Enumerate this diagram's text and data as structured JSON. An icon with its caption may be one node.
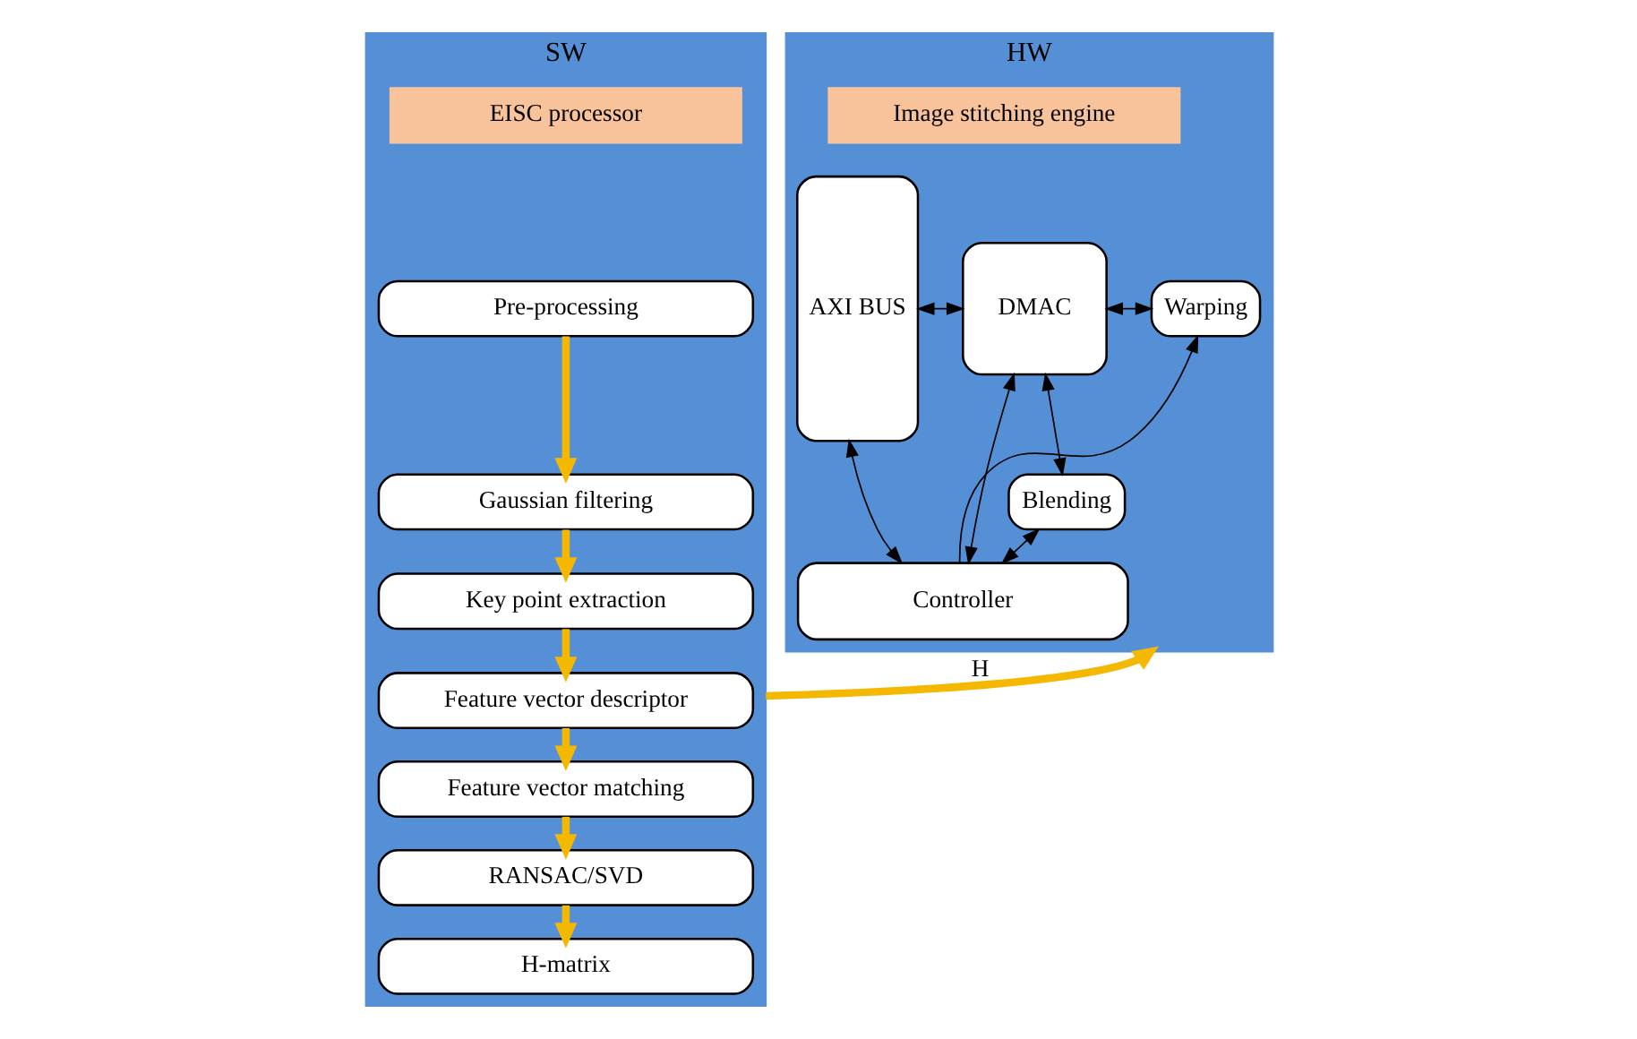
{
  "diagram": {
    "nodes": [
      {
        "text": [
          "SW"
        ]
      },
      {
        "text": [
          "EISC processor"
        ],
        "in": 0
      },
      {
        "text": [
          "Pre-processing"
        ],
        "in": 0
      },
      {
        "text": [
          "Gaussian filtering"
        ],
        "in": 0
      },
      {
        "text": [
          "Key point extraction"
        ],
        "in": 0
      },
      {
        "text": [
          "Feature vector descriptor"
        ],
        "in": 0
      },
      {
        "text": [
          "Feature vector matching"
        ],
        "in": 0
      },
      {
        "text": [
          "RANSAC/SVD"
        ],
        "in": 0
      },
      {
        "text": [
          "H-matrix"
        ],
        "in": 0
      },
      {
        "text": [
          "HW"
        ]
      },
      {
        "text": [
          "Image stitching engine"
        ],
        "in": 9
      },
      {
        "text": [
          "AXI BUS"
        ],
        "in": 9
      },
      {
        "text": [
          "DMAC"
        ],
        "in": 9
      },
      {
        "text": [
          "Warping"
        ],
        "in": 9
      },
      {
        "text": [
          "Blending"
        ],
        "in": 9
      },
      {
        "text": [
          "Controller"
        ],
        "in": 9
      }
    ],
    "edges": [
      {
        "from": 2,
        "to": 3,
        "arrow": "to",
        "style": "thick",
        "color": "#f5b800"
      },
      {
        "from": 3,
        "to": 4,
        "arrow": "to",
        "style": "thick",
        "color": "#f5b800"
      },
      {
        "from": 4,
        "to": 5,
        "arrow": "to",
        "style": "thick",
        "color": "#f5b800"
      },
      {
        "from": 5,
        "to": 6,
        "arrow": "to",
        "style": "thick",
        "color": "#f5b800"
      },
      {
        "from": 6,
        "to": 7,
        "arrow": "to",
        "style": "thick",
        "color": "#f5b800"
      },
      {
        "from": 7,
        "to": 8,
        "arrow": "to",
        "style": "thick",
        "color": "#f5b800"
      },
      {
        "from": 0,
        "to": 9,
        "arrow": "to",
        "label": "H",
        "style": "thick",
        "color": "#f5b800"
      },
      {
        "from": 11,
        "to": 12,
        "arrow": "both",
        "color": "#000000"
      },
      {
        "from": 11,
        "to": 15,
        "arrow": "both",
        "color": "#000000"
      },
      {
        "from": 12,
        "to": 13,
        "arrow": "both",
        "color": "#000000"
      },
      {
        "from": 12,
        "to": 14,
        "arrow": "both",
        "color": "#000000"
      },
      {
        "from": 12,
        "to": 15,
        "arrow": "both",
        "color": "#000000"
      },
      {
        "from": 14,
        "to": 15,
        "arrow": "both",
        "color": "#000000"
      },
      {
        "from": 15,
        "to": 13,
        "arrow": "to",
        "color": "#000000"
      }
    ]
  }
}
